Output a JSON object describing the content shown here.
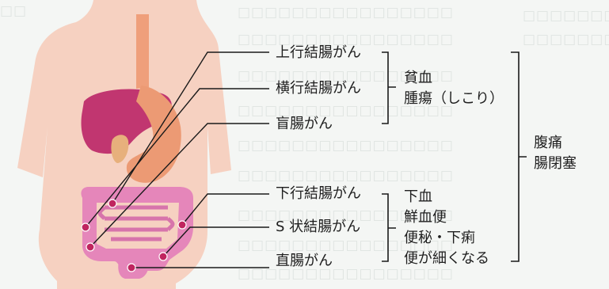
{
  "cancers": [
    {
      "id": "ascending",
      "label": "上行結腸がん"
    },
    {
      "id": "transverse",
      "label": "横行結腸がん"
    },
    {
      "id": "cecum",
      "label": "盲腸がん"
    },
    {
      "id": "descending",
      "label": "下行結腸がん"
    },
    {
      "id": "sigmoid",
      "label": "S 状結腸がん"
    },
    {
      "id": "rectum",
      "label": "直腸がん"
    }
  ],
  "symptoms_right_colon": [
    "貧血",
    "腫瘍（しこり）"
  ],
  "symptoms_left_colon": [
    "下血",
    "鮮血便",
    "便秘・下痢",
    "便が細くなる"
  ],
  "symptoms_common": [
    "腹痛",
    "腸閉塞"
  ],
  "colors": {
    "body": "#f7d2c2",
    "liver": "#c2366f",
    "stomach": "#ec9b76",
    "intestine": "#e587bb",
    "tumor_dot": "#c0255f",
    "leader_line": "#1a1a1a"
  }
}
